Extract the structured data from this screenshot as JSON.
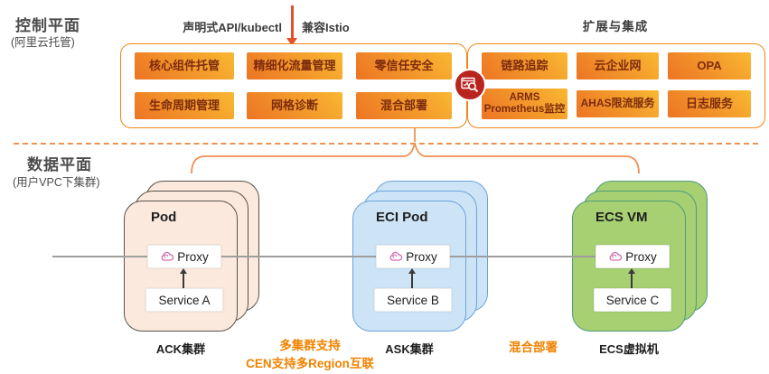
{
  "control_plane": {
    "title": "控制平面",
    "subtitle": "(阿里云托管)"
  },
  "data_plane": {
    "title": "数据平面",
    "subtitle": "(用户VPC下集群)"
  },
  "api_labels": {
    "left": "声明式API/kubectl",
    "right": "兼容Istio"
  },
  "extension_title": "扩展与集成",
  "control_box": {
    "buttons": [
      "核心组件托管",
      "精细化流量管理",
      "零信任安全",
      "生命周期管理",
      "网格诊断",
      "混合部署"
    ]
  },
  "extension_box": {
    "buttons": [
      "链路追踪",
      "云企业网",
      "OPA",
      "AHAS限流服务",
      "日志服务"
    ],
    "arms_line1": "ARMS",
    "arms_line2": "Prometheus监控"
  },
  "clusters": [
    {
      "title": "Pod",
      "proxy": "Proxy",
      "service": "Service A",
      "label": "ACK集群"
    },
    {
      "title": "ECI Pod",
      "proxy": "Proxy",
      "service": "Service B",
      "label": "ASK集群"
    },
    {
      "title": "ECS VM",
      "proxy": "Proxy",
      "service": "Service C",
      "label": "ECS虚拟机"
    }
  ],
  "annotations": {
    "multi_cluster_line1": "多集群支持",
    "multi_cluster_line2": "CEN支持多Region互联",
    "hybrid": "混合部署"
  },
  "icons": {
    "monitor": "monitor-search-icon",
    "proxy": "mesh-proxy-cloud-icon"
  },
  "colors": {
    "accent_orange": "#f08519",
    "button_gradient_from": "#ec7423",
    "button_gradient_to": "#f9b832",
    "button_text": "#7d2b0e",
    "badge_red": "#b9241f",
    "arrow_red": "#e2512a",
    "peach_fill": "#fbe9dd",
    "blue_fill": "#cde4f7",
    "green_fill": "#a6d072",
    "note_orange": "#f08300"
  }
}
